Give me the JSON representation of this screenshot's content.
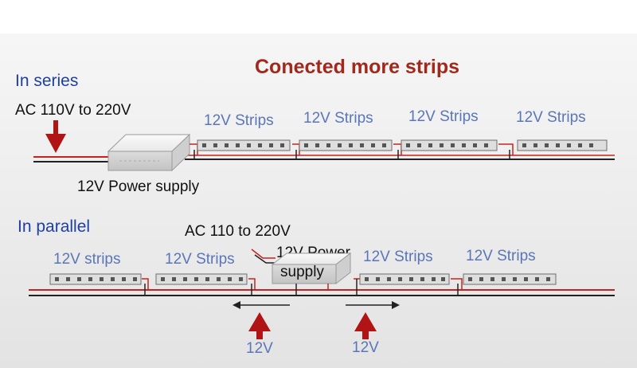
{
  "title": "Conected more strips",
  "series": {
    "heading": "In series",
    "ac_label": "AC 110V to 220V",
    "power_supply_label": "12V Power supply",
    "strip_labels": [
      "12V Strips",
      "12V Strips",
      "12V Strips",
      "12V Strips"
    ]
  },
  "parallel": {
    "heading": "In parallel",
    "ac_label": "AC 110 to 220V",
    "power_supply_label_line1": "12V Power",
    "power_supply_label_line2": "supply",
    "strip_labels": [
      "12V  strips",
      "12V Strips",
      "12V Strips",
      "12V Strips"
    ],
    "voltage_labels": [
      "12V",
      "12V"
    ]
  },
  "colors": {
    "title": "#a0291c",
    "heading": "#1f3fa5",
    "strip_label": "#5b76b8",
    "red_wire": "#c8221e",
    "arrow": "#b01414"
  }
}
